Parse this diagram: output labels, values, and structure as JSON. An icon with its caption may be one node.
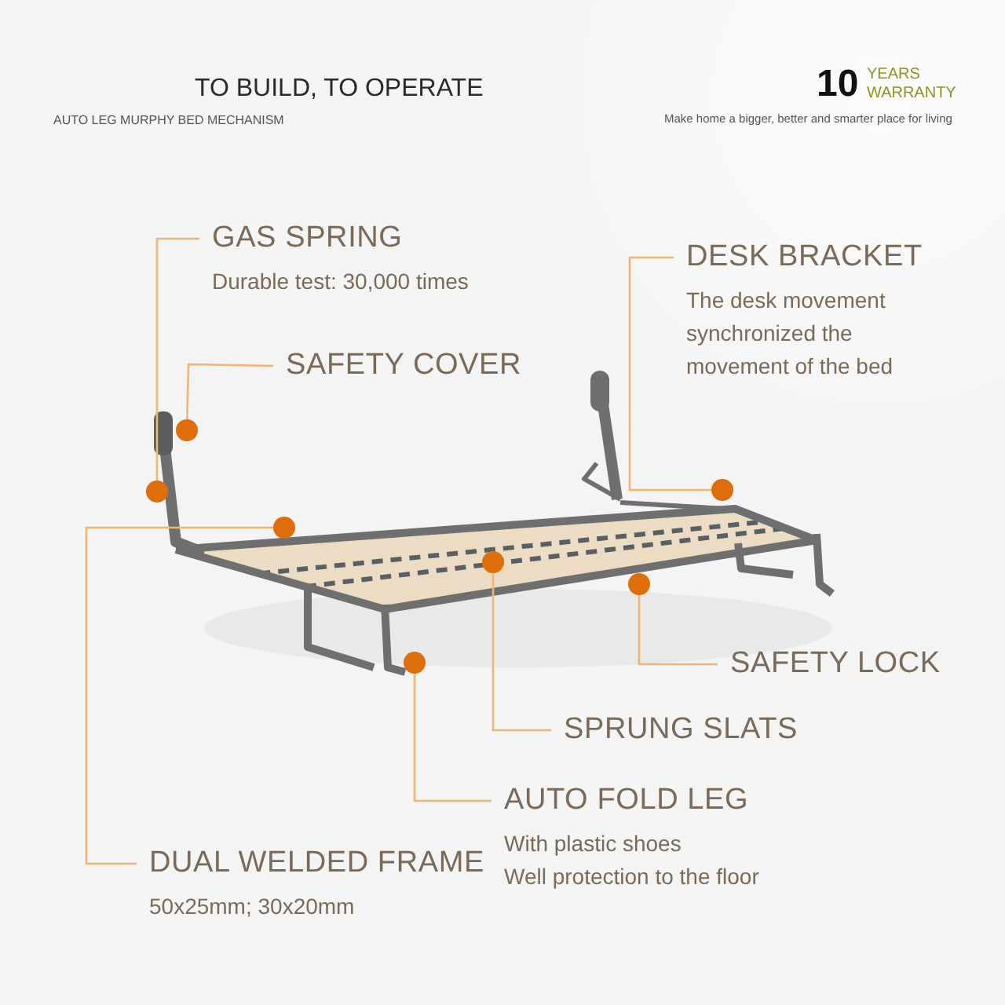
{
  "diagram": {
    "nodes": [
      {
        "text": [
          "GAS SPRING",
          "Durable test: 30,000 times"
        ]
      },
      {
        "text": [
          "SAFETY COVER"
        ]
      },
      {
        "text": [
          "DESK BRACKET",
          "The desk movement synchronized the movement of the bed"
        ]
      },
      {
        "text": [
          "SAFETY LOCK"
        ]
      },
      {
        "text": [
          "SPRUNG SLATS"
        ]
      },
      {
        "text": [
          "AUTO FOLD LEG",
          "With plastic shoes",
          "Well protection to the floor"
        ]
      },
      {
        "text": [
          "DUAL WELDED FRAME",
          "50x25mm; 30x20mm"
        ]
      },
      {
        "text": [],
        "shape": "circle"
      },
      {
        "text": [],
        "shape": "circle"
      },
      {
        "text": [],
        "shape": "circle"
      },
      {
        "text": [],
        "shape": "circle"
      },
      {
        "text": [],
        "shape": "circle"
      },
      {
        "text": [],
        "shape": "circle"
      },
      {
        "text": [],
        "shape": "circle"
      }
    ],
    "edges": [
      {
        "from": 0,
        "to": 7,
        "arrow": "none"
      },
      {
        "from": 1,
        "to": 8,
        "arrow": "none"
      },
      {
        "from": 2,
        "to": 9,
        "arrow": "none"
      },
      {
        "from": 3,
        "to": 10,
        "arrow": "none"
      },
      {
        "from": 4,
        "to": 11,
        "arrow": "none"
      },
      {
        "from": 5,
        "to": 12,
        "arrow": "none"
      },
      {
        "from": 6,
        "to": 13,
        "arrow": "none"
      }
    ],
    "labels": [
      "TO BUILD, TO OPERATE",
      "AUTO LEG MURPHY BED MECHANISM",
      "10",
      "YEARS WARRANTY",
      "Make home a bigger, better and smarter place for living"
    ]
  }
}
